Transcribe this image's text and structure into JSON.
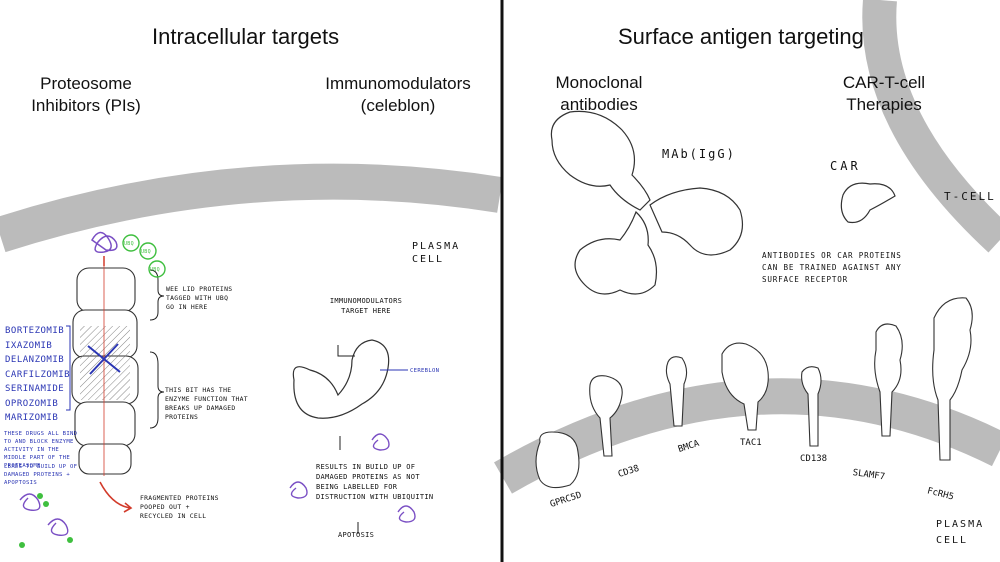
{
  "left_title": "Intracellular targets",
  "right_title": "Surface antigen targeting",
  "pi_heading": "Proteosome Inhibitors (PIs)",
  "immuno_heading": "Immunomodulators (celeblon)",
  "mab_heading": "Monoclonal antibodies",
  "cart_heading": "CAR-T-cell Therapies",
  "plasma_cell_label": "PLASMA CELL",
  "ub_tags": [
    "UBQ",
    "UBQ",
    "UBQ"
  ],
  "lid_note": "WEE LID PROTEINS TAGGED WITH UBQ GO IN HERE",
  "drugs": [
    "BORTEZOMIB",
    "IXAZOMIB",
    "DELANZOMIB",
    "CARFILZOMIB",
    "SERINAMIDE",
    "OPROZOMIB",
    "MARIZOMIB"
  ],
  "enzyme_note": "THIS BIT HAS THE ENZYME FUNCTION THAT BREAKS UP DAMAGED PROTEINS",
  "bind_note": "THESE DRUGS ALL BIND TO AND BLOCK ENZYME ACTIVITY IN THE MIDDLE PART OF THE PROTEASOME",
  "apoptosis_note_left": "LEADS TO BUILD UP OF DAMAGED PROTEINS + APOPTOSIS",
  "fragment_note": "FRAGMENTED PROTEINS POOPED OUT + RECYCLED IN CELL",
  "immuno_target_note": "IMMUNOMODULATORS TARGET HERE",
  "cereblon_label": "CEREBLON",
  "buildup_note": "RESULTS IN BUILD UP OF DAMAGED PROTEINS AS NOT BEING LABELLED FOR DISTRUCTION WITH UBIQUITIN",
  "apoptosis_label": "APOTOSIS",
  "mab_label": "MAb(IgG)",
  "car_label": "CAR",
  "tcell_label": "T-CELL",
  "antibody_note": "ANTIBODIES OR CAR PROTEINS CAN BE TRAINED AGAINST ANY SURFACE RECEPTOR",
  "receptors": [
    "GPRC5D",
    "CD38",
    "BMCA",
    "TAC1",
    "CD138",
    "SLAMF7",
    "FcRH5"
  ],
  "colors": {
    "membrane": "#bbbbbb",
    "divider": "#111111",
    "ink_blue": "#2b36b4",
    "ink_purple": "#7a4fc4",
    "ink_green": "#3fbf3f",
    "ink_red": "#d23b2b"
  }
}
